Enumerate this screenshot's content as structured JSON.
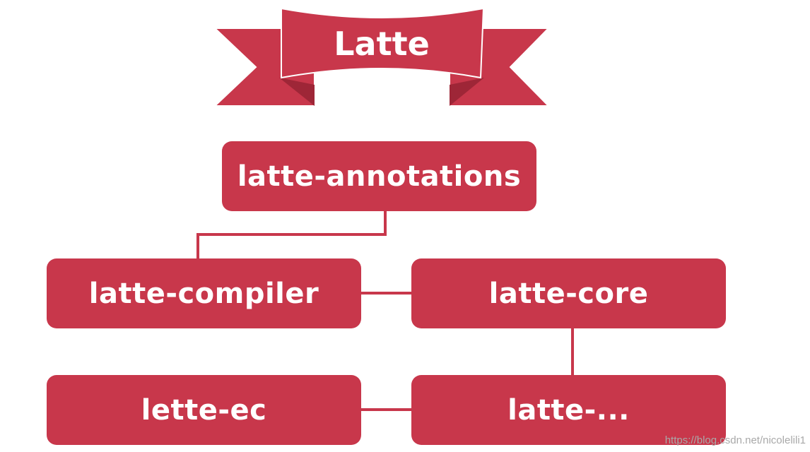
{
  "banner": {
    "title": "Latte"
  },
  "nodes": {
    "annotations": "latte-annotations",
    "compiler": "latte-compiler",
    "core": "latte-core",
    "ec": "lette-ec",
    "more": "latte-..."
  },
  "watermark": "https://blog.csdn.net/nicolelili1",
  "colors": {
    "primary": "#c8374b",
    "text": "#ffffff",
    "watermark": "#a9a9a9"
  }
}
